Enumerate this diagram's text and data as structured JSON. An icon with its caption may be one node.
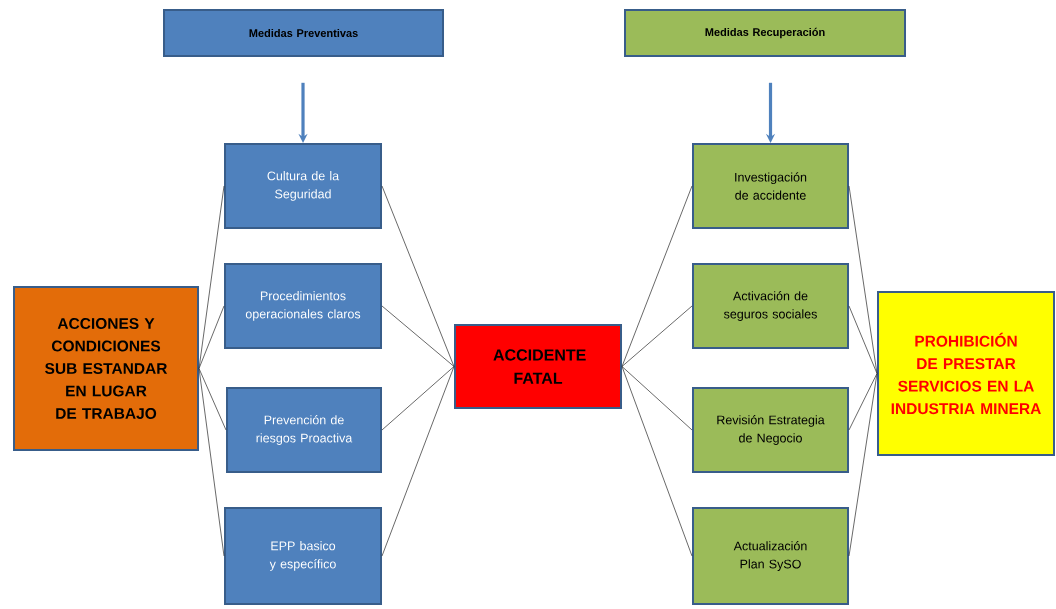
{
  "diagram": {
    "nodes": [
      {
        "text": [
          "Medidas Preventivas"
        ]
      },
      {
        "text": [
          "Medidas Recuperación"
        ]
      },
      {
        "text": [
          "Cultura de la Seguridad"
        ]
      },
      {
        "text": [
          "Procedimientos operacionales claros"
        ]
      },
      {
        "text": [
          "Prevención de riesgos Proactiva"
        ]
      },
      {
        "text": [
          "EPP basico y específico"
        ]
      },
      {
        "text": [
          "ACCIONES Y CONDICIONES SUB ESTANDAR EN LUGAR DE TRABAJO"
        ]
      },
      {
        "text": [
          "ACCIDENTE FATAL"
        ]
      },
      {
        "text": [
          "Investigación de accidente"
        ]
      },
      {
        "text": [
          "Activación de seguros sociales"
        ]
      },
      {
        "text": [
          "Revisión Estrategia de Negocio"
        ]
      },
      {
        "text": [
          "Actualización Plan SySO"
        ]
      },
      {
        "text": [
          "PROHIBICIÓN DE PRESTAR SERVICIOS EN LA INDUSTRIA MINERA"
        ]
      }
    ],
    "edges": [
      {
        "from": 0,
        "to": 2,
        "arrow": "to",
        "style": "thick",
        "color": "#4f81bd"
      },
      {
        "from": 1,
        "to": 8,
        "arrow": "to",
        "style": "thick",
        "color": "#4f81bd"
      },
      {
        "from": 6,
        "to": 2,
        "arrow": "none"
      },
      {
        "from": 6,
        "to": 3,
        "arrow": "none"
      },
      {
        "from": 6,
        "to": 4,
        "arrow": "none"
      },
      {
        "from": 6,
        "to": 5,
        "arrow": "none"
      },
      {
        "from": 2,
        "to": 7,
        "arrow": "none"
      },
      {
        "from": 3,
        "to": 7,
        "arrow": "none"
      },
      {
        "from": 4,
        "to": 7,
        "arrow": "none"
      },
      {
        "from": 5,
        "to": 7,
        "arrow": "none"
      },
      {
        "from": 7,
        "to": 8,
        "arrow": "none"
      },
      {
        "from": 7,
        "to": 9,
        "arrow": "none"
      },
      {
        "from": 7,
        "to": 10,
        "arrow": "none"
      },
      {
        "from": 7,
        "to": 11,
        "arrow": "none"
      },
      {
        "from": 8,
        "to": 12,
        "arrow": "none"
      },
      {
        "from": 9,
        "to": 12,
        "arrow": "none"
      },
      {
        "from": 10,
        "to": 12,
        "arrow": "none"
      },
      {
        "from": 11,
        "to": 12,
        "arrow": "none"
      }
    ]
  }
}
